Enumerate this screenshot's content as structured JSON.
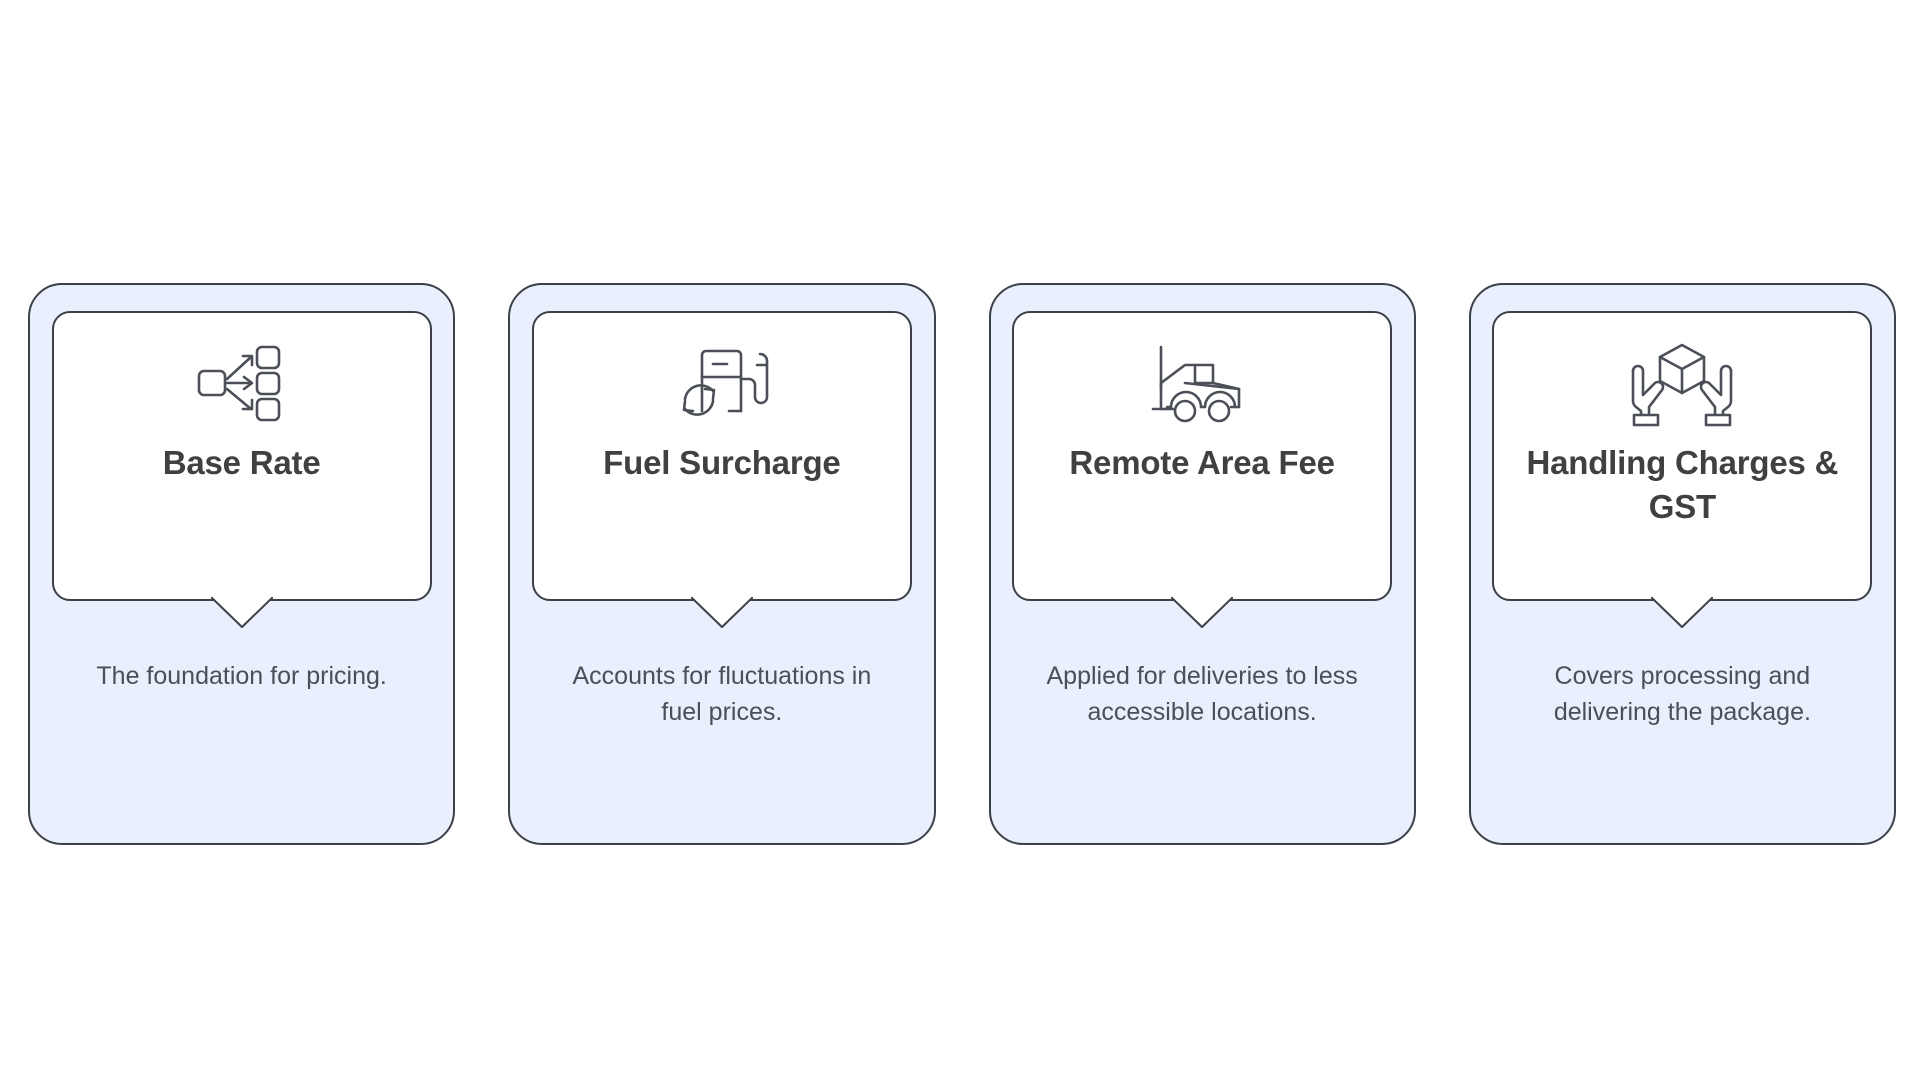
{
  "page": {
    "background_color": "#ffffff",
    "layout": "four-column-callout-cards",
    "card_fill_color": "#e9effd",
    "bubble_fill_color": "#ffffff",
    "border_color": "#3c4049",
    "title_color": "#3f4042",
    "description_color": "#4a5059"
  },
  "cards": [
    {
      "icon": "distribution-split-icon",
      "title": "Base Rate",
      "description": "The foundation for pricing."
    },
    {
      "icon": "fuel-pump-refresh-icon",
      "title": "Fuel Surcharge",
      "description": "Accounts for fluctuations in fuel prices."
    },
    {
      "icon": "offroad-truck-antenna-icon",
      "title": "Remote Area Fee",
      "description": "Applied for deliveries to less accessible locations."
    },
    {
      "icon": "hands-holding-package-icon",
      "title": "Handling Charges & GST",
      "description": "Covers processing and delivering the package."
    }
  ]
}
